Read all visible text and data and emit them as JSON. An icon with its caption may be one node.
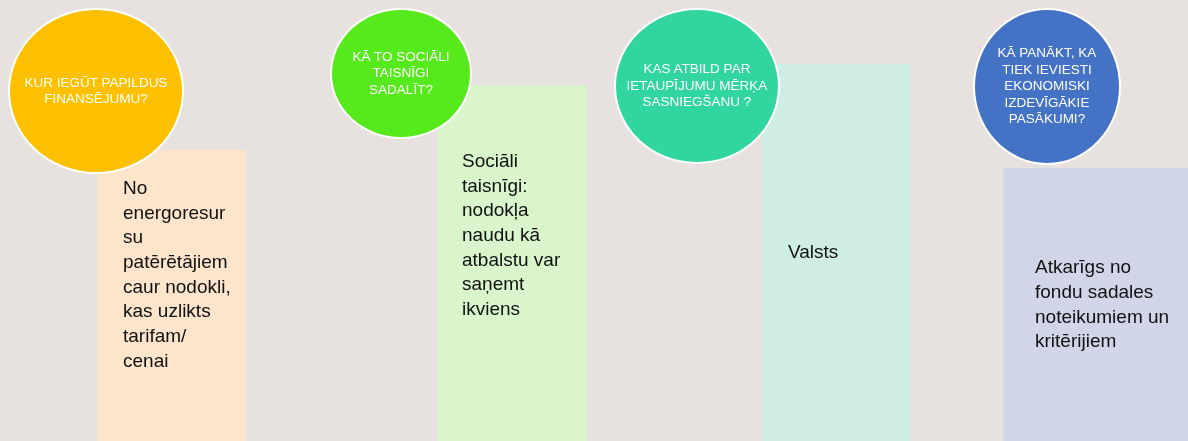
{
  "diagram": {
    "nodes": [
      {
        "text": [
          "KUR IEGŪT PAPILDUS FINANSĒJUMU?"
        ]
      },
      {
        "text": [
          "No energoresursu patērētājiem caur nodokli, kas uzlikts tarifam/ cenai"
        ]
      },
      {
        "text": [
          "KĀ TO SOCIĀLI TAISNĪGI SADALĪT?"
        ]
      },
      {
        "text": [
          "Sociāli taisnīgi: nodokļa naudu kā atbalstu var saņemt ikviens"
        ]
      },
      {
        "text": [
          "KAS ATBILD PAR IETAUPĪJUMU MĒRĶA SASNIEGŠANU ?"
        ]
      },
      {
        "text": [
          "Valsts"
        ]
      },
      {
        "text": [
          "KĀ PANĀKT, KA TIEK IEVIESTI EKONOMISKI IZDEVĪGĀKIE PASĀKUMI?"
        ]
      },
      {
        "text": [
          "Atkarīgs no fondu sadales noteikumiem un kritērijiem"
        ]
      }
    ]
  }
}
